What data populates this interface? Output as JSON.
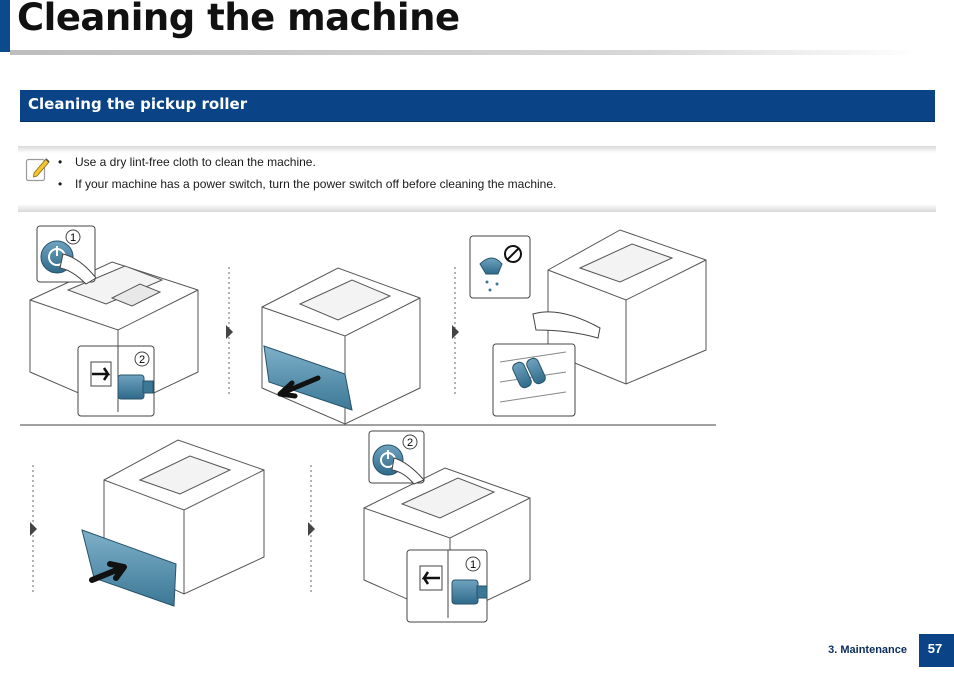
{
  "header": {
    "title": "Cleaning the machine"
  },
  "section": {
    "title": "Cleaning the pickup roller"
  },
  "note": {
    "icon": "note-pencil-icon",
    "items": [
      "Use a dry lint-free cloth to clean the machine.",
      "If your machine has a power switch, turn the power switch off before cleaning the machine."
    ]
  },
  "steps": {
    "callout_power_off": "1",
    "callout_unplug": "2",
    "callout_power_on": "2",
    "callout_plug_in": "1"
  },
  "footer": {
    "chapter": "3. Maintenance",
    "page_number": "57"
  },
  "colors": {
    "brand_blue": "#0b4486",
    "tray_teal": "#4d8aa8"
  }
}
